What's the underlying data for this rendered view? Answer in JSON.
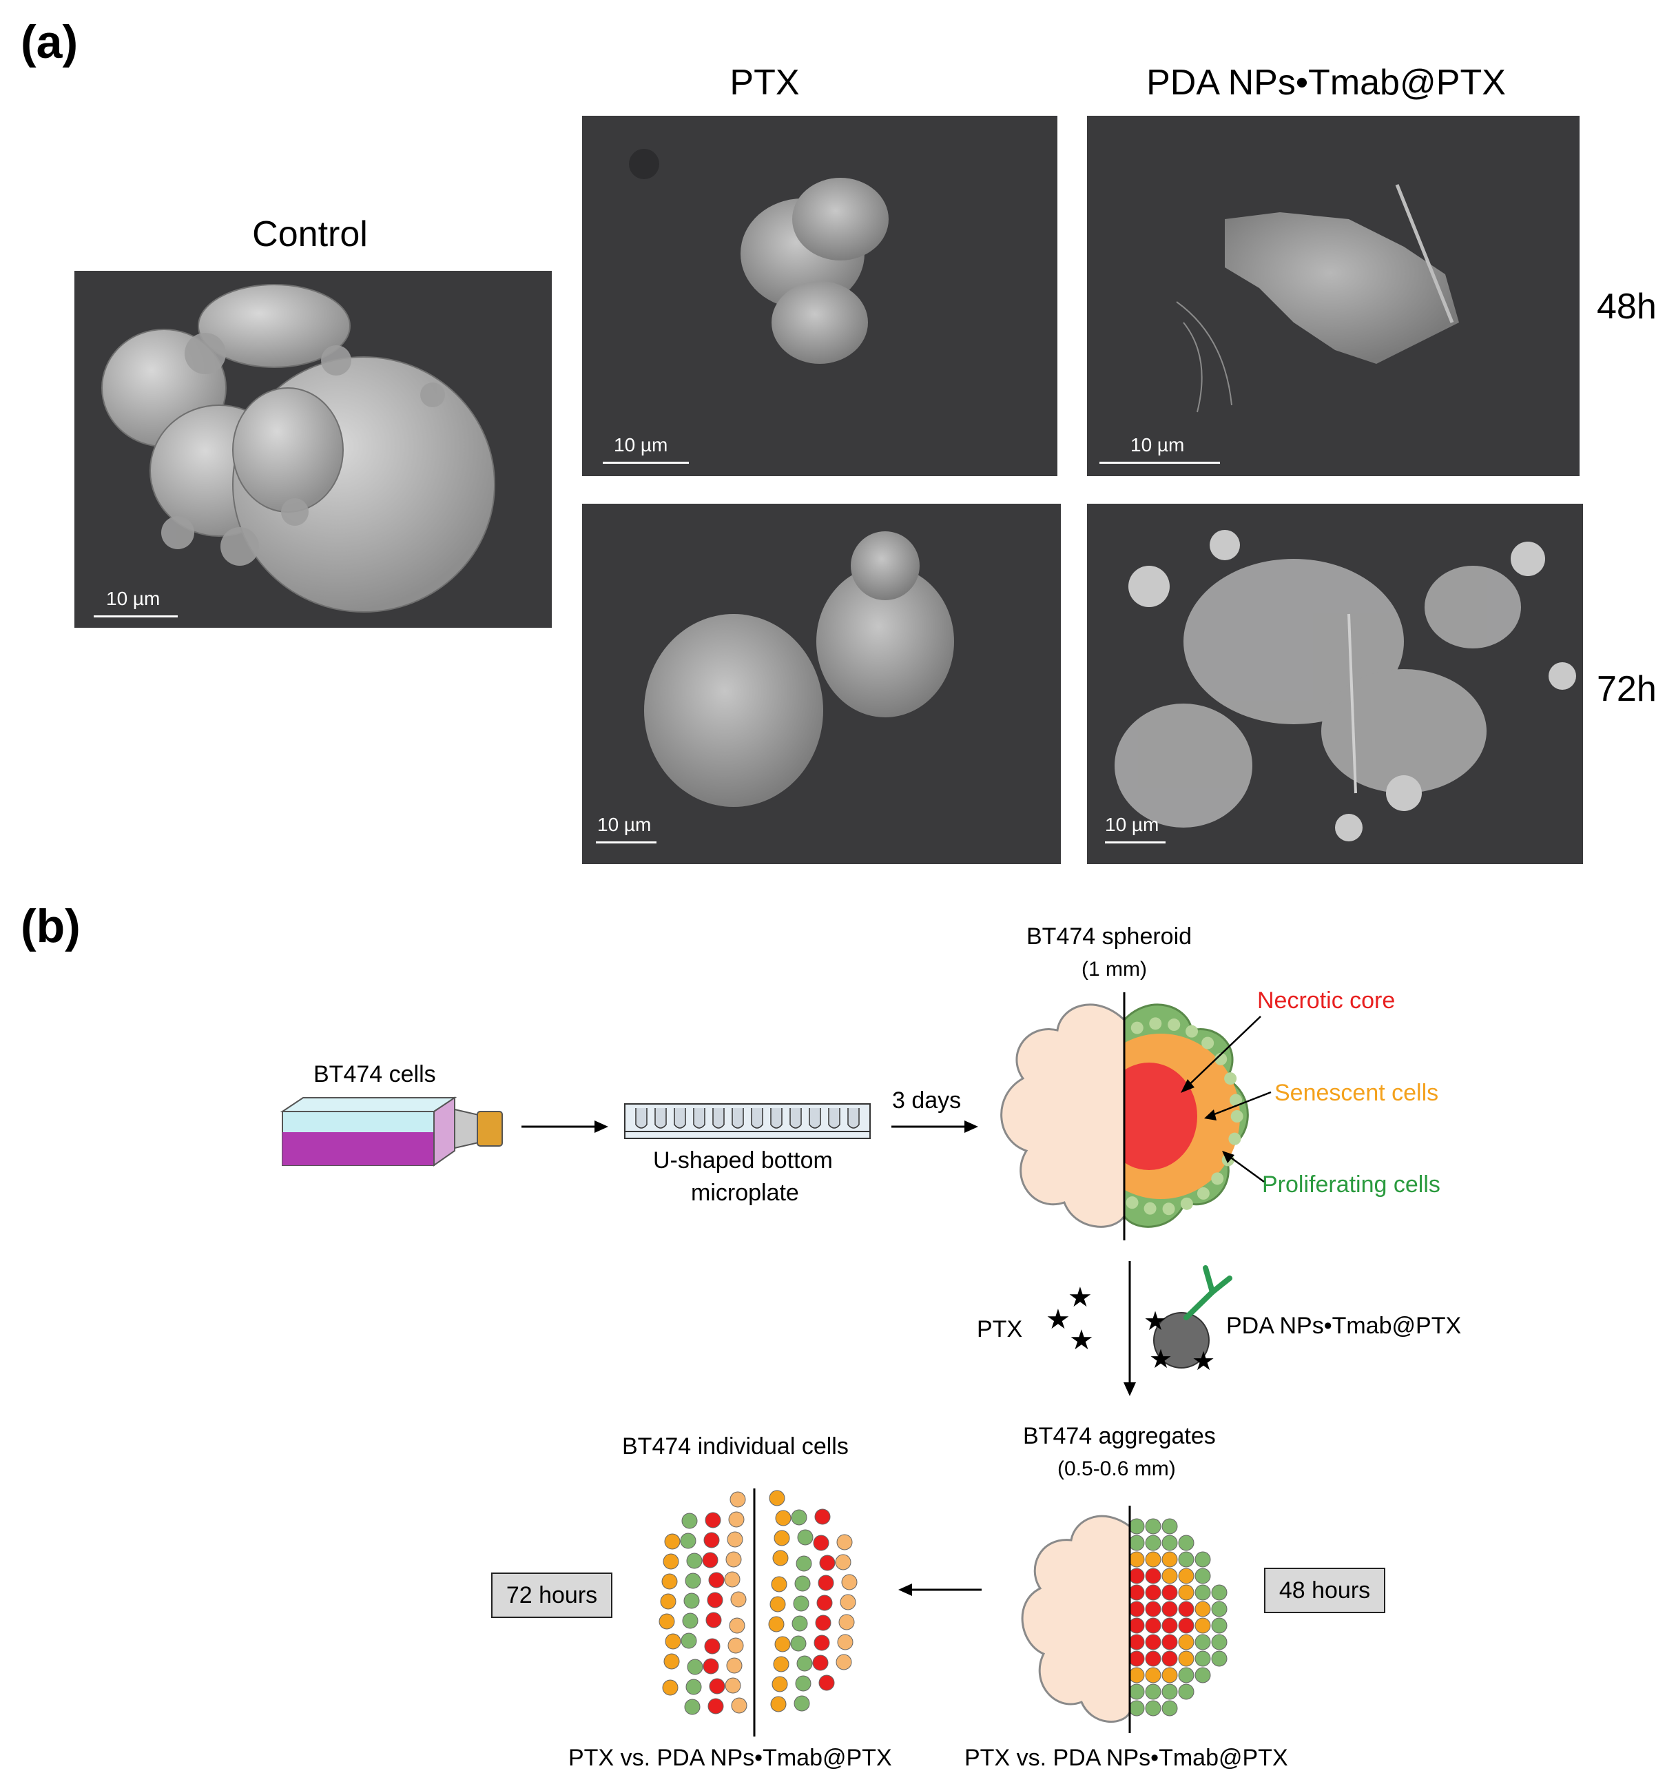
{
  "panel_a": {
    "letter": "(a)",
    "titles": {
      "control": "Control",
      "ptx": "PTX",
      "pda": "PDA NPs•Tmab@PTX"
    },
    "times": {
      "t48": "48h",
      "t72": "72h"
    },
    "scale": "10 µm"
  },
  "panel_b": {
    "letter": "(b)",
    "cells_label": "BT474 cells",
    "microplate_label_1": "U-shaped bottom",
    "microplate_label_2": "microplate",
    "days_label": "3 days",
    "spheroid_title": "BT474 spheroid",
    "spheroid_size": "(1 mm)",
    "necrotic": "Necrotic core",
    "senescent": "Senescent cells",
    "proliferating": "Proliferating cells",
    "ptx_label": "PTX",
    "pda_label": "PDA NPs•Tmab@PTX",
    "aggregates_title": "BT474 aggregates",
    "aggregates_size": "(0.5-0.6 mm)",
    "individual_title": "BT474 individual cells",
    "hours48": "48 hours",
    "hours72": "72 hours",
    "comparison_left": "PTX vs. PDA NPs•Tmab@PTX",
    "comparison_right": "PTX vs. PDA NPs•Tmab@PTX"
  },
  "colors": {
    "sem_background": "#3a3a3c",
    "necrotic": "#e81f1f",
    "senescent": "#f4a11c",
    "proliferating": "#2a9a3e",
    "spheroid_skin": "#fbe3d1",
    "flask_liquid": "#b03ab0"
  }
}
